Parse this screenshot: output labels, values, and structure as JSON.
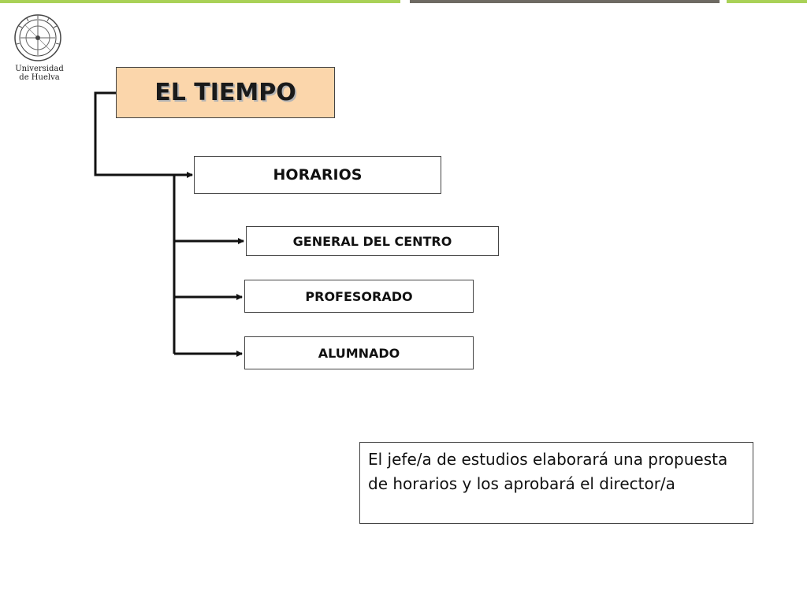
{
  "logo": {
    "line1": "Universidad",
    "line2": "de Huelva"
  },
  "diagram": {
    "title": "EL TIEMPO",
    "main_node": "HORARIOS",
    "sub_nodes": [
      "GENERAL DEL CENTRO",
      "PROFESORADO",
      "ALUMNADO"
    ]
  },
  "note": {
    "text": "El jefe/a de estudios elaborará una propuesta de horarios y los aprobará el director/a"
  },
  "colors": {
    "title_fill": "#fbd6ab",
    "accent_green": "#a9d157",
    "accent_gray": "#6e6a63"
  }
}
